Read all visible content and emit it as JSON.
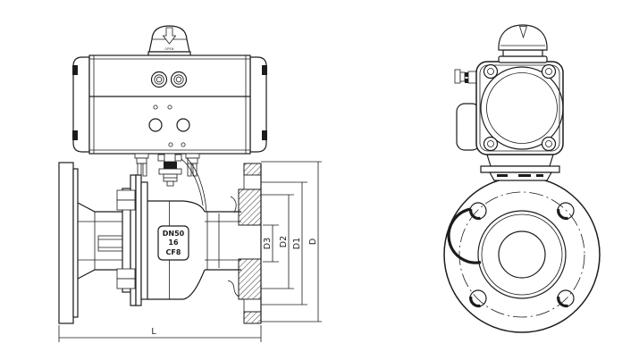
{
  "colors": {
    "background": "#ffffff",
    "line": "#1c1c1c"
  },
  "side_view": {
    "actuator": {
      "indicator_label": "OPEN"
    },
    "valve": {
      "marking": [
        "DN50",
        "16",
        "CF8"
      ]
    },
    "dimensions": {
      "d3": "D3",
      "d2": "D2",
      "d1": "D1",
      "d": "D",
      "l": "L"
    }
  }
}
